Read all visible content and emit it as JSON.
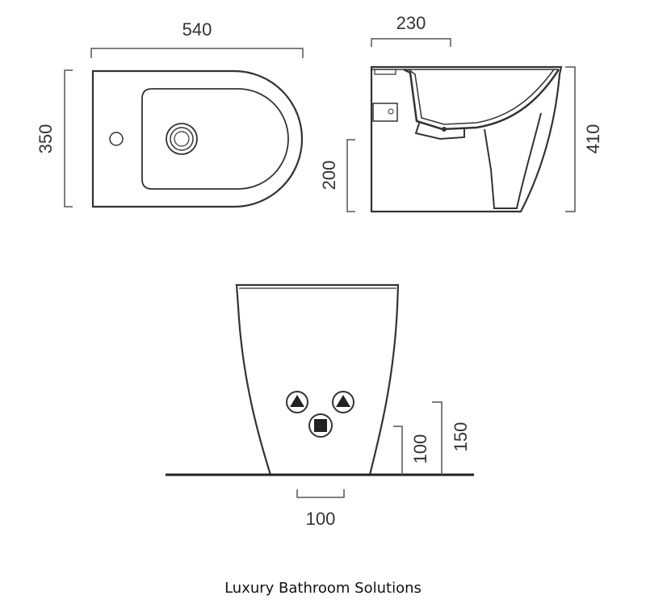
{
  "colors": {
    "outline": "#333333",
    "dim_line": "#555555",
    "fill": "#ffffff",
    "dark": "#222222"
  },
  "views": {
    "top": {
      "width_label": "540",
      "depth_label": "350"
    },
    "side": {
      "top_label": "230",
      "height_label": "410",
      "inlet_height_label": "200"
    },
    "rear": {
      "floor_width_label": "100",
      "inlet_height_label": "100",
      "supply_height_label": "150"
    }
  },
  "caption": "Luxury Bathroom Solutions"
}
